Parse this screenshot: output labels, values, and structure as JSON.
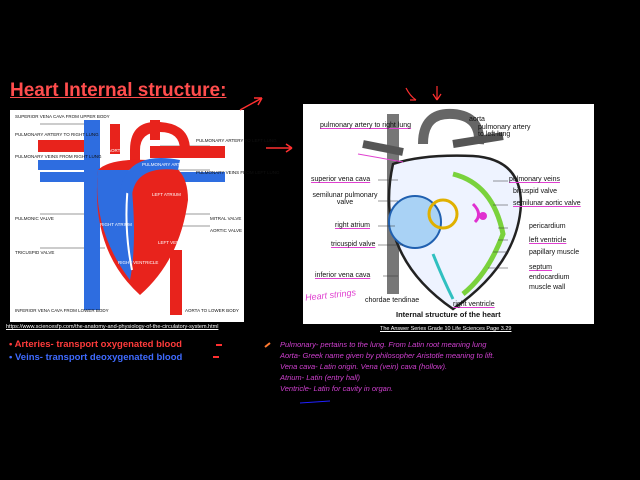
{
  "title": "Heart Internal structure:",
  "left_diagram": {
    "labels": {
      "svc": "SUPERIOR VENA CAVA FROM UPPER BODY",
      "pa_right": "PULMONARY ARTERY TO RIGHT LUNG",
      "pv_right": "PULMONARY VEINS FROM RIGHT LUNG",
      "pulmonic_valve": "PULMONIC VALVE",
      "tricuspid_valve": "TRICUSPID VALVE",
      "ivc": "INFERIOR VENA CAVA FROM LOWER BODY",
      "pa_left": "PULMONARY ARTERY TO LEFT LUNG",
      "pv_left": "PULMONARY VEINS FROM LEFT LUNG",
      "mitral_valve": "MITRAL VALVE",
      "aortic_valve": "AORTIC VALVE",
      "aorta_lower": "AORTA TO LOWER BODY",
      "aorta": "AORTA",
      "pulmonary_artery": "PULMONARY ARTERY",
      "left_atrium": "LEFT ATRIUM",
      "right_atrium": "RIGHT ATRIUM",
      "left_ventricle": "LEFT VENTRICLE",
      "right_ventricle": "RIGHT VENTRICLE"
    },
    "source": "https://www.sciencesfp.com/the-anatomy-and-physiology-of-the-circulatory-system.html"
  },
  "right_diagram": {
    "caption": "Internal structure of the heart",
    "labels_left": [
      "pulmonary artery to right lung",
      "superior vena cava",
      "semilunar pulmonary valve",
      "right atrium",
      "tricuspid valve",
      "inferior vena cava",
      "chordae tendinae"
    ],
    "labels_top": [
      "aorta",
      "pulmonary artery to left lung"
    ],
    "labels_right": [
      "pulmonary veins",
      "bicuspid valve",
      "semilunar aortic valve",
      "pericardium",
      "left ventricle",
      "papillary muscle",
      "septum",
      "endocardium",
      "muscle wall"
    ],
    "label_bottom": "right ventricle",
    "handwritten": "Heart strings",
    "source": "The Answer Series Grade 10 Life Sciences Page 3.29"
  },
  "bullets": [
    {
      "text": "Arteries- transport oxygenated blood",
      "color": "#ff3b3b"
    },
    {
      "text": "Veins- transport deoxygenated blood",
      "color": "#3f6bff"
    }
  ],
  "notes": [
    "Pulmonary- pertains to the lung. From Latin root meaning lung",
    "Aorta- Greek name given by philosopher Aristotle meaning to lift.",
    "Vena cava- Latin origin. Vena (vein) cava (hollow).",
    "Atrium- Latin (entry hall)",
    "Ventricle- Latin for cavity in organ."
  ],
  "colors": {
    "title": "#ff4d4d",
    "notes": "#d040d0",
    "artery": "#e8231c",
    "vein": "#2e6de0"
  }
}
